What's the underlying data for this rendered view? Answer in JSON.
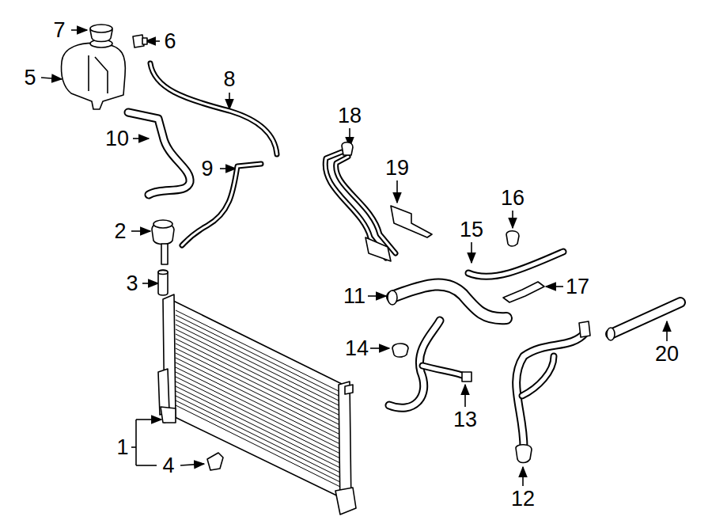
{
  "diagram": {
    "labels": [
      "7",
      "6",
      "5",
      "8",
      "10",
      "9",
      "2",
      "3",
      "1",
      "4",
      "18",
      "19",
      "16",
      "15",
      "11",
      "17",
      "14",
      "13",
      "12",
      "20"
    ]
  }
}
